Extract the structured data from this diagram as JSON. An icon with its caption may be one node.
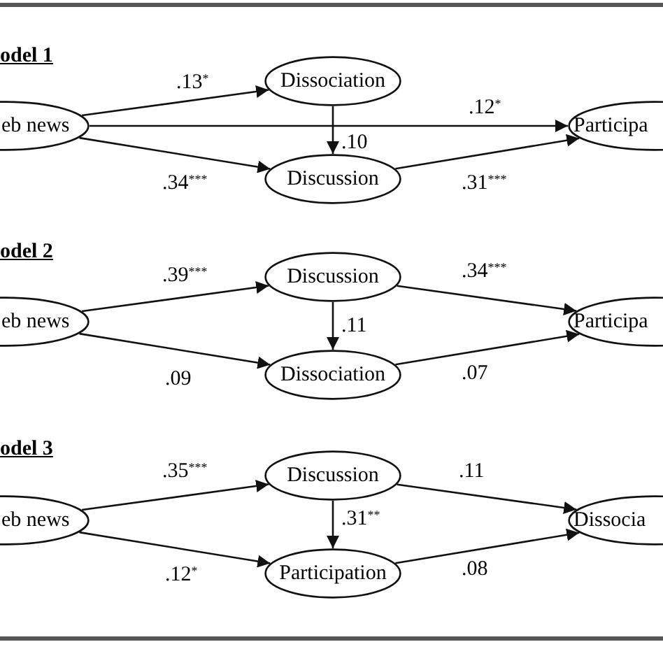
{
  "diagram": {
    "nodes": [
      {
        "text": [
          "eb news"
        ]
      },
      {
        "text": [
          "Dissociation"
        ]
      },
      {
        "text": [
          "Discussion"
        ]
      },
      {
        "text": [
          "Participa"
        ]
      },
      {
        "text": [
          "eb news"
        ]
      },
      {
        "text": [
          "Discussion"
        ]
      },
      {
        "text": [
          "Dissociation"
        ]
      },
      {
        "text": [
          "Participa"
        ]
      },
      {
        "text": [
          "eb news"
        ]
      },
      {
        "text": [
          "Discussion"
        ]
      },
      {
        "text": [
          "Participation"
        ]
      },
      {
        "text": [
          "Dissocia"
        ]
      }
    ],
    "edges": [
      {
        "from": 0,
        "to": 1,
        "arrow": "to",
        "label": ".13$^{*}$"
      },
      {
        "from": 0,
        "to": 3,
        "arrow": "to",
        "label": ".12$^{*}$"
      },
      {
        "from": 0,
        "to": 2,
        "arrow": "to",
        "label": ".34$^{***}$"
      },
      {
        "from": 1,
        "to": 2,
        "arrow": "to",
        "label": ".10"
      },
      {
        "from": 2,
        "to": 3,
        "arrow": "to",
        "label": ".31$^{***}$"
      },
      {
        "from": 4,
        "to": 5,
        "arrow": "to",
        "label": ".39$^{***}$"
      },
      {
        "from": 4,
        "to": 6,
        "arrow": "to",
        "label": ".09"
      },
      {
        "from": 5,
        "to": 6,
        "arrow": "to",
        "label": ".11"
      },
      {
        "from": 5,
        "to": 7,
        "arrow": "to",
        "label": ".34$^{***}$"
      },
      {
        "from": 6,
        "to": 7,
        "arrow": "to",
        "label": ".07"
      },
      {
        "from": 8,
        "to": 9,
        "arrow": "to",
        "label": ".35$^{***}$"
      },
      {
        "from": 8,
        "to": 10,
        "arrow": "to",
        "label": ".12$^{*}$"
      },
      {
        "from": 9,
        "to": 10,
        "arrow": "to",
        "label": ".31$^{**}$"
      },
      {
        "from": 9,
        "to": 11,
        "arrow": "to",
        "label": ".11"
      },
      {
        "from": 10,
        "to": 11,
        "arrow": "to",
        "label": ".08"
      }
    ],
    "labels": [
      "odel 1",
      "odel 2",
      "odel 3"
    ]
  }
}
